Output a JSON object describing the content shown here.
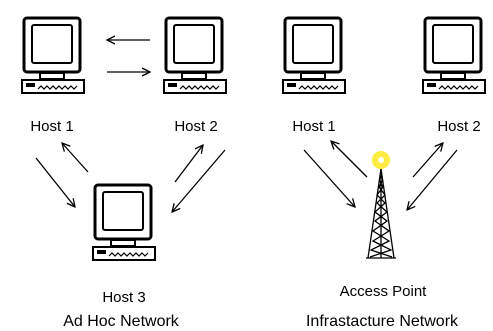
{
  "adhoc": {
    "host1": "Host 1",
    "host2": "Host 2",
    "host3": "Host 3",
    "caption": "Ad Hoc Network"
  },
  "infrastructure": {
    "host1": "Host 1",
    "host2": "Host 2",
    "access_point": "Access Point",
    "caption": "Infrastacture Network"
  },
  "icons": [
    "computer-icon",
    "antenna-tower-icon",
    "arrow-icon"
  ],
  "colors": {
    "stroke": "#000000",
    "antenna_glow": "#ffe600",
    "background": "#ffffff"
  }
}
